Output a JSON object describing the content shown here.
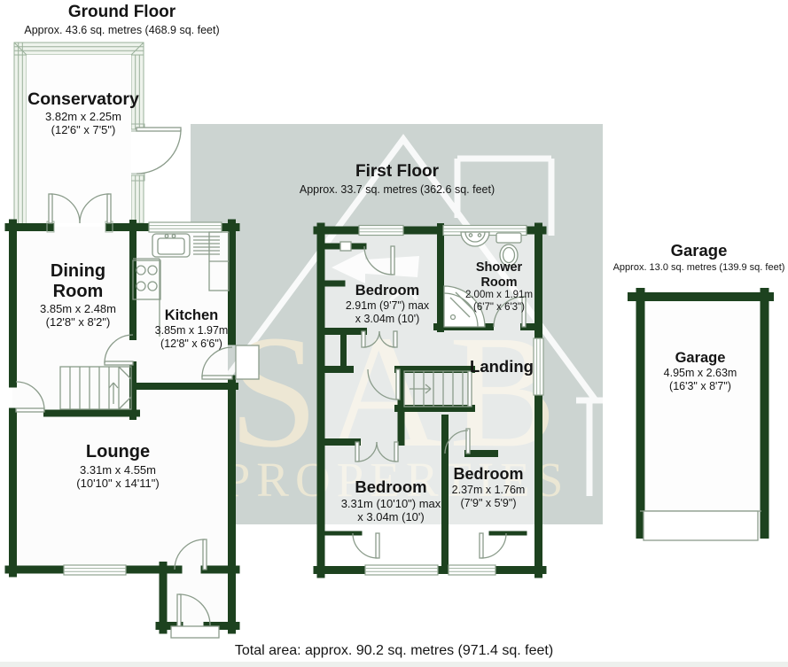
{
  "watermark": {
    "brand": "SAB",
    "brand_sub": "PROPERTIES",
    "bg_color": "#ccd4d1",
    "text_color": "#eee8d4",
    "outline_color": "#ffffff"
  },
  "colors": {
    "wall": "#1d421f",
    "fixture_line": "#8b9c8b",
    "room_fill": "#fcfcfc",
    "text": "#151515"
  },
  "plan_symbols": [
    "window",
    "door-swing",
    "stairs",
    "kitchen-sink",
    "hob",
    "washbasin",
    "toilet",
    "shower-enclosure",
    "garage-door",
    "front-door-step"
  ],
  "ground_floor": {
    "title": "Ground Floor",
    "subtitle": "Approx. 43.6 sq. metres (468.9 sq. feet)",
    "rooms": {
      "conservatory": {
        "name": "Conservatory",
        "dim1": "3.82m x 2.25m",
        "dim2": "(12'6\" x 7'5\")"
      },
      "dining_room": {
        "name": "Dining Room",
        "dim1": "3.85m x 2.48m",
        "dim2": "(12'8\" x 8'2\")"
      },
      "kitchen": {
        "name": "Kitchen",
        "dim1": "3.85m x 1.97m",
        "dim2": "(12'8\" x 6'6\")"
      },
      "lounge": {
        "name": "Lounge",
        "dim1": "3.31m x 4.55m",
        "dim2": "(10'10\" x 14'11\")"
      }
    }
  },
  "first_floor": {
    "title": "First Floor",
    "subtitle": "Approx. 33.7 sq. metres (362.6 sq. feet)",
    "rooms": {
      "bedroom_top": {
        "name": "Bedroom",
        "dim1": "2.91m (9'7\") max",
        "dim2": "x 3.04m (10')"
      },
      "shower_room": {
        "name": "Shower Room",
        "dim1": "2.00m x 1.91m",
        "dim2": "(6'7\" x 6'3\")"
      },
      "landing": {
        "name": "Landing"
      },
      "bedroom_left": {
        "name": "Bedroom",
        "dim1": "3.31m (10'10\") max",
        "dim2": "x 3.04m (10')"
      },
      "bedroom_right": {
        "name": "Bedroom",
        "dim1": "2.37m x 1.76m",
        "dim2": "(7'9\" x 5'9\")"
      }
    }
  },
  "garage": {
    "title": "Garage",
    "subtitle": "Approx. 13.0 sq. metres (139.9 sq. feet)",
    "rooms": {
      "garage": {
        "name": "Garage",
        "dim1": "4.95m x 2.63m",
        "dim2": "(16'3\" x 8'7\")"
      }
    }
  },
  "footer": {
    "total_area": "Total area: approx. 90.2 sq. metres (971.4 sq. feet)"
  }
}
